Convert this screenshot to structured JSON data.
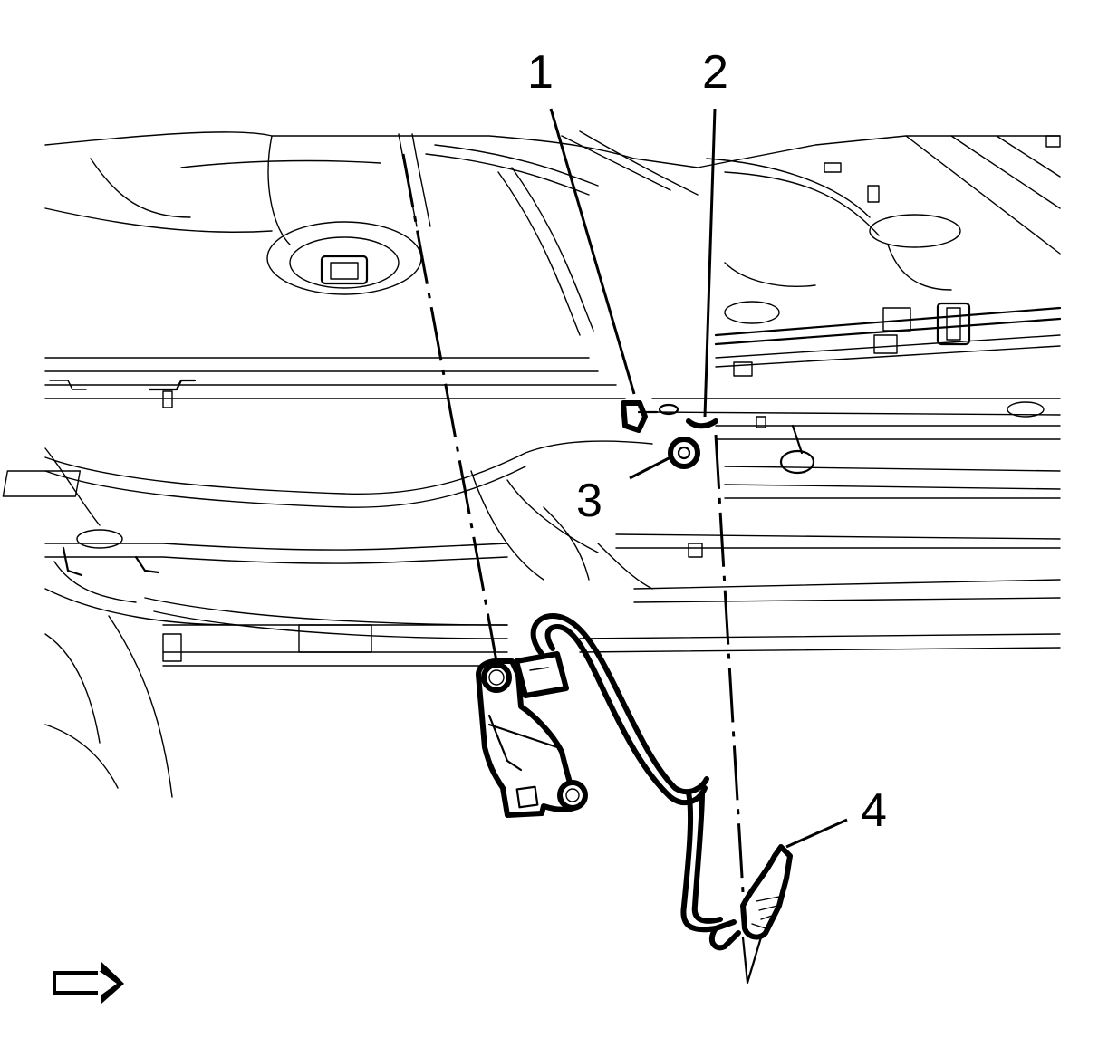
{
  "callouts": [
    {
      "label": "1"
    },
    {
      "label": "2"
    },
    {
      "label": "3"
    },
    {
      "label": "4"
    }
  ],
  "icons": {
    "direction_arrow": "right-arrow-icon"
  }
}
